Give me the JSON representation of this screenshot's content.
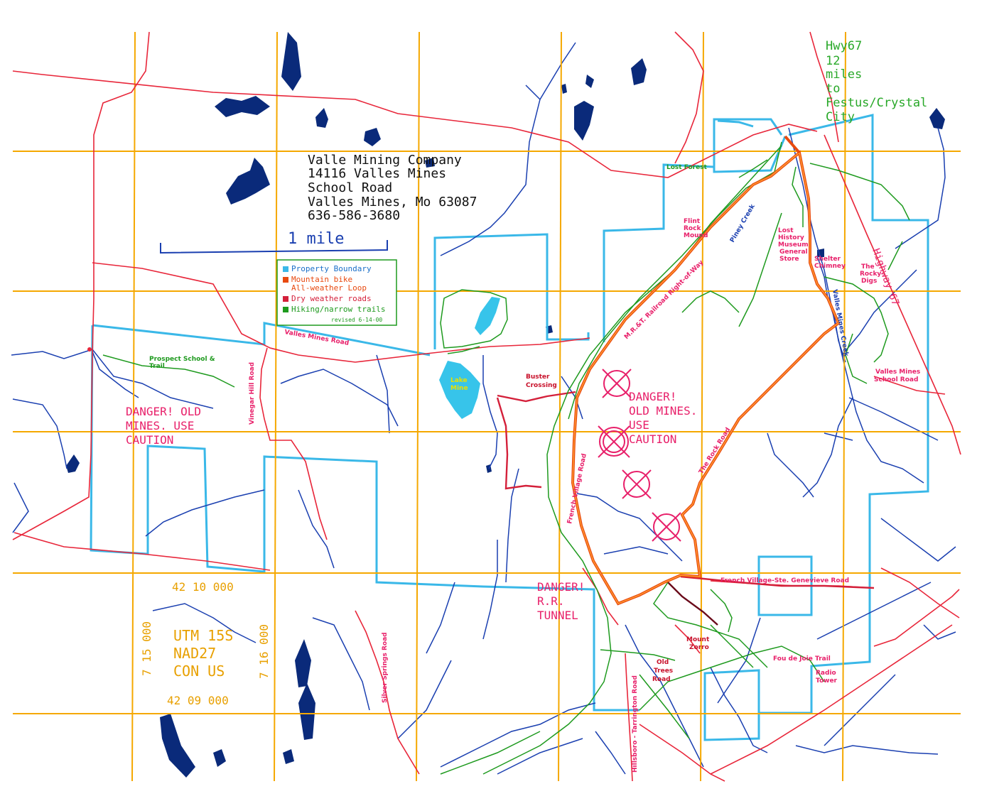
{
  "company": {
    "line1": "Valle Mining Company",
    "line2": "14116 Valles Mines",
    "line3": "School Road",
    "line4": "Valles Mines, Mo 63087",
    "line5": "636-586-3680"
  },
  "scale": {
    "label": "1 mile"
  },
  "legend": {
    "items": [
      {
        "label": "Property Boundary",
        "color": "#3ab8e8"
      },
      {
        "label": "Mountain bike",
        "color": "#e84a10"
      },
      {
        "label": "All-weather Loop",
        "color": ""
      },
      {
        "label": "Dry weather roads",
        "color": "#d4203a"
      },
      {
        "label": "Hiking/narrow trails",
        "color": "#1e9a1e"
      }
    ],
    "revised": "revised 6-14-00"
  },
  "highway": {
    "l1": "Hwy67",
    "l2": "12",
    "l3": "miles",
    "l4": "to",
    "l5": "Festus/Crystal",
    "l6": "City"
  },
  "warnings": {
    "west": [
      "DANGER! OLD",
      "MINES. USE",
      "CAUTION"
    ],
    "center": [
      "DANGER!",
      "OLD MINES.",
      "USE",
      "CAUTION"
    ],
    "tunnel": [
      "DANGER!",
      "R.R.",
      "TUNNEL"
    ]
  },
  "utm": {
    "north_top": "42 10 000",
    "north_bottom": "42 09 000",
    "east_left": "7 15 000",
    "east_right": "7 16 000",
    "zone": "UTM 15S",
    "datum": "NAD27",
    "region": "CON US"
  },
  "labels": {
    "valles_road": "Valles Mines Road",
    "prospect": "Prospect School &",
    "prospect2": "Trail",
    "vinegar": "Vinegar Hill Road",
    "lake_mine": "Lake",
    "lake_mine2": "Mine",
    "buster": "Buster",
    "buster2": "Crossing",
    "lost_forest": "Lost Forest",
    "flint1": "Flint",
    "flint2": "Rock",
    "flint3": "Mound",
    "piney": "Piney Creek",
    "railroad": "M.R.&T. Railroad Right-of-Way",
    "lost1": "Lost",
    "lost2": "History",
    "lost3": "Museum",
    "lost4": "General",
    "lost5": "Store",
    "shelter1": "Shelter",
    "shelter2": "Chimney",
    "rocky1": "The",
    "rocky2": "Rocky",
    "rocky3": "Digs",
    "highway67": "Highway 67",
    "valles_creek": "Valles Mines Creek",
    "vms1": "Valles Mines",
    "vms2": "School Road",
    "rock_road": "The Rock Road",
    "french_village": "French Village Road",
    "fvsg": "French Village-Ste. Genevieve Road",
    "zorro1": "Mount",
    "zorro2": "Zorro",
    "oldtrees1": "Old",
    "oldtrees2": "Trees",
    "oldtrees3": "Road",
    "foudejoie": "Fou de Joie Trail",
    "radio1": "Radio",
    "radio2": "Tower",
    "silver": "Silver Springs Road",
    "hillsboro": "Hillsboro - Tarrington Road"
  }
}
